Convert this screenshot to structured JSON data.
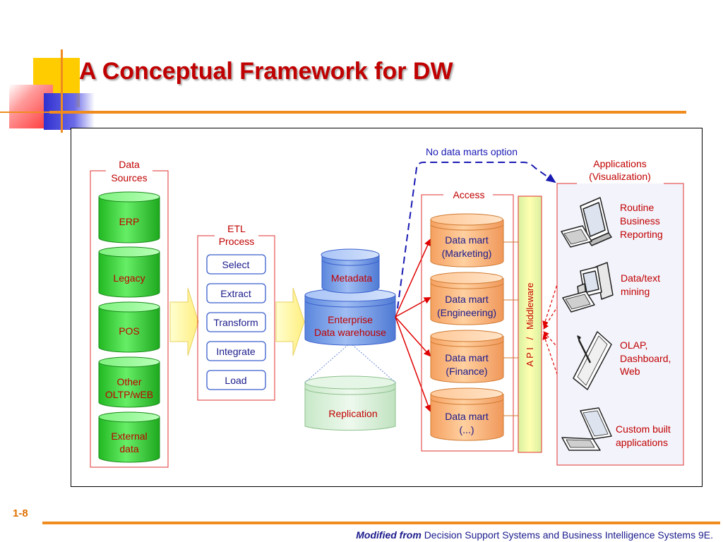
{
  "title": "A Conceptual Framework for DW",
  "slide_number": "1-8",
  "footer": {
    "modified_from": "Modified from",
    "source": "Decision Support Systems and Business Intelligence Systems 9E."
  },
  "colors": {
    "title": "#c00000",
    "accent_orange": "#f08c1e",
    "label_red": "#c00000",
    "option_blue": "#1a1ab4",
    "cylinder_green": "#33cc33",
    "cylinder_blue": "#7fa6ec",
    "cylinder_orange": "#f8b878",
    "etl_box_border": "#3a5fcd"
  },
  "diagram": {
    "data_sources": {
      "label_line1": "Data",
      "label_line2": "Sources",
      "items": [
        {
          "line1": "ERP",
          "line2": ""
        },
        {
          "line1": "Legacy",
          "line2": ""
        },
        {
          "line1": "POS",
          "line2": ""
        },
        {
          "line1": "Other",
          "line2": "OLTP/wEB"
        },
        {
          "line1": "External",
          "line2": "data"
        }
      ]
    },
    "etl": {
      "label_line1": "ETL",
      "label_line2": "Process",
      "steps": [
        "Select",
        "Extract",
        "Transform",
        "Integrate",
        "Load"
      ]
    },
    "warehouse": {
      "metadata": "Metadata",
      "edw_line1": "Enterprise",
      "edw_line2": "Data warehouse",
      "replication": "Replication"
    },
    "no_data_marts_option": "No data marts option",
    "access": {
      "label": "Access",
      "marts": [
        {
          "line1": "Data mart",
          "line2": "(Marketing)"
        },
        {
          "line1": "Data mart",
          "line2": "(Engineering)"
        },
        {
          "line1": "Data mart",
          "line2": "(Finance)"
        },
        {
          "line1": "Data mart",
          "line2": "(...)"
        }
      ]
    },
    "middleware": "A P I   /   Middleware",
    "applications": {
      "label_line1": "Applications",
      "label_line2": "(Visualization)",
      "items": [
        {
          "lines": [
            "Routine",
            "Business",
            "Reporting"
          ],
          "icon": "desktop-computer-icon"
        },
        {
          "lines": [
            "Data/text",
            "mining"
          ],
          "icon": "tower-computer-icon"
        },
        {
          "lines": [
            "OLAP,",
            "Dashboard,",
            "Web"
          ],
          "icon": "tablet-pen-icon"
        },
        {
          "lines": [
            "Custom built",
            "applications"
          ],
          "icon": "laptop-icon"
        }
      ]
    }
  }
}
